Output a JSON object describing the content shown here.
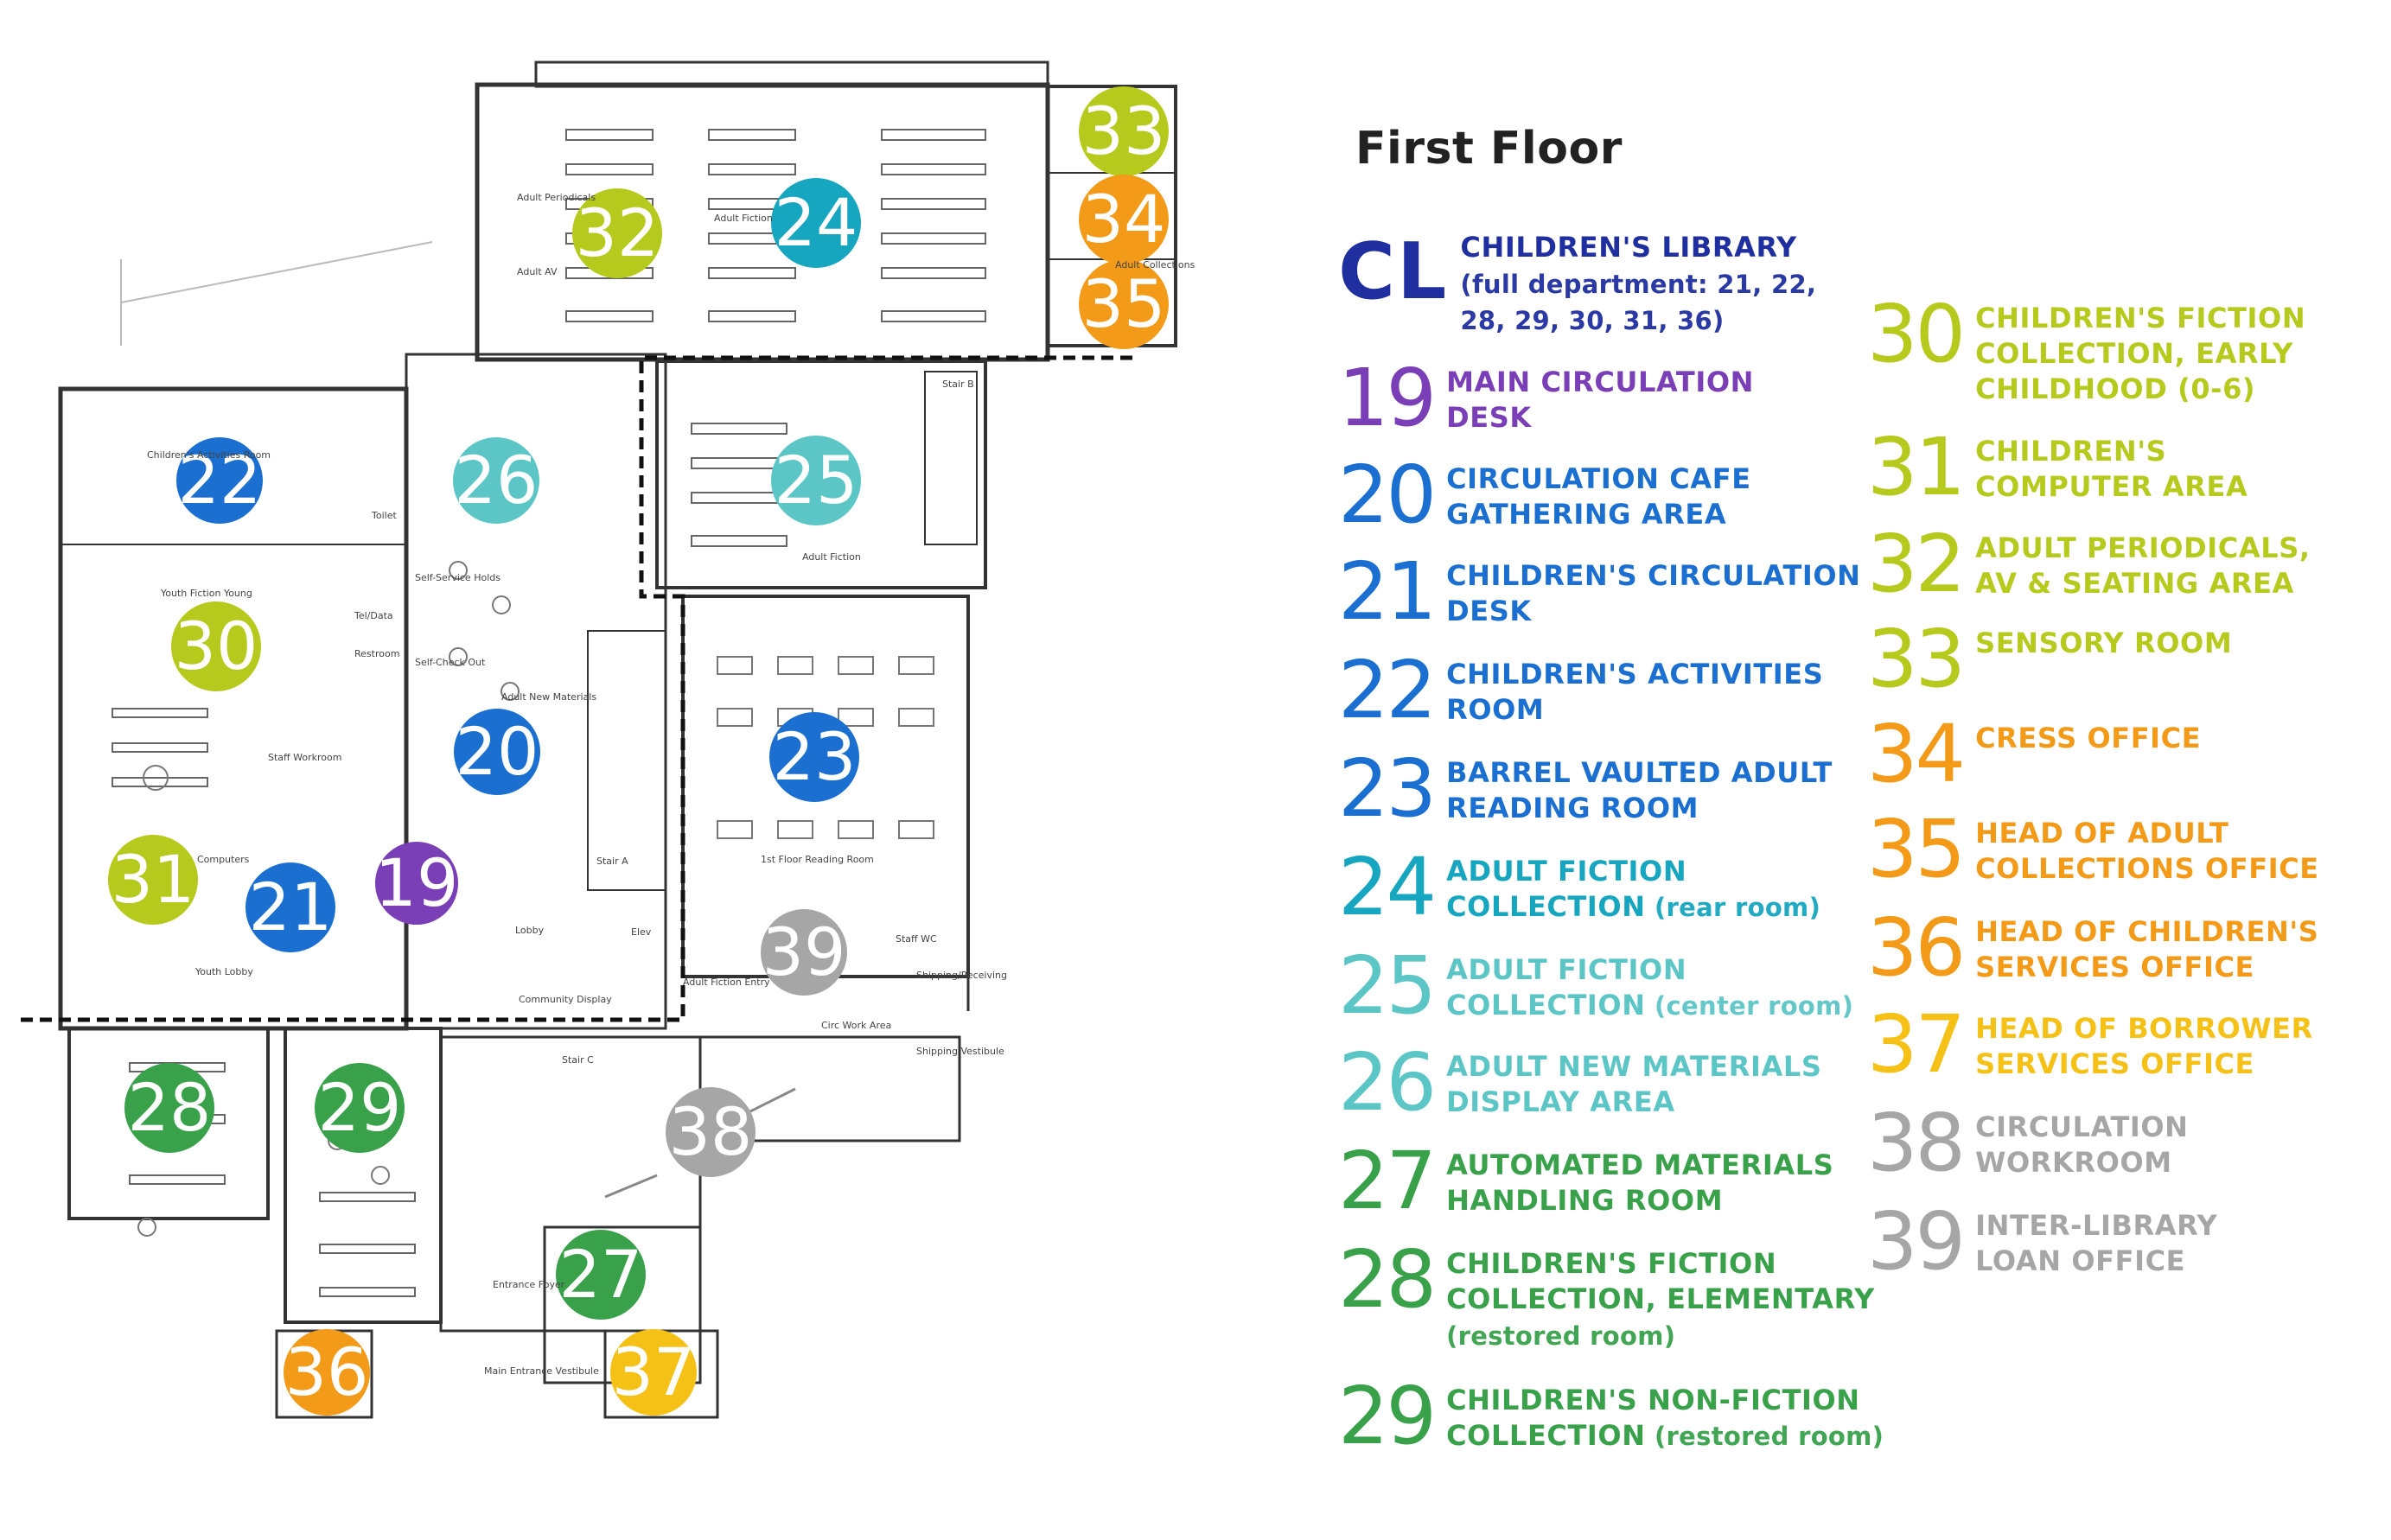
{
  "legend": {
    "title": "First Floor",
    "items": [
      {
        "num": "CL",
        "text": "CHILDREN'S LIBRARY",
        "sub": "(full department: 21, 22,\n28, 29, 30, 31, 36)",
        "color": "#1f2f9f"
      },
      {
        "num": "19",
        "text": "MAIN CIRCULATION\nDESK",
        "sub": "",
        "color": "#7a3fb7"
      },
      {
        "num": "20",
        "text": "CIRCULATION CAFE\nGATHERING AREA",
        "sub": "",
        "color": "#1b6fd0"
      },
      {
        "num": "21",
        "text": "CHILDREN'S CIRCULATION\nDESK",
        "sub": "",
        "color": "#1b6fd0"
      },
      {
        "num": "22",
        "text": "CHILDREN'S ACTIVITIES\nROOM",
        "sub": "",
        "color": "#1b6fd0"
      },
      {
        "num": "23",
        "text": "BARREL VAULTED ADULT\nREADING ROOM",
        "sub": "",
        "color": "#1b6fd0"
      },
      {
        "num": "24",
        "text": "ADULT FICTION\nCOLLECTION",
        "sub": "(rear room)",
        "color": "#17a6bf"
      },
      {
        "num": "25",
        "text": "ADULT FICTION\nCOLLECTION",
        "sub": "(center room)",
        "color": "#5cc6c7"
      },
      {
        "num": "26",
        "text": "ADULT NEW MATERIALS\nDISPLAY AREA",
        "sub": "",
        "color": "#5cc6c7"
      },
      {
        "num": "27",
        "text": "AUTOMATED MATERIALS\nHANDLING ROOM",
        "sub": "",
        "color": "#38a14a"
      },
      {
        "num": "28",
        "text": "CHILDREN'S FICTION\nCOLLECTION, ELEMENTARY",
        "sub": "(restored room)",
        "color": "#38a14a"
      },
      {
        "num": "29",
        "text": "CHILDREN'S NON-FICTION\nCOLLECTION",
        "sub": "(restored room)",
        "color": "#38a14a"
      },
      {
        "num": "30",
        "text": "CHILDREN'S FICTION\nCOLLECTION, EARLY\nCHILDHOOD (0-6)",
        "sub": "",
        "color": "#b5ca1d"
      },
      {
        "num": "31",
        "text": "CHILDREN'S\nCOMPUTER AREA",
        "sub": "",
        "color": "#b5ca1d"
      },
      {
        "num": "32",
        "text": "ADULT PERIODICALS,\nAV & SEATING AREA",
        "sub": "",
        "color": "#b5ca1d"
      },
      {
        "num": "33",
        "text": "SENSORY ROOM",
        "sub": "",
        "color": "#b5ca1d"
      },
      {
        "num": "34",
        "text": "CRESS OFFICE",
        "sub": "",
        "color": "#f39a18"
      },
      {
        "num": "35",
        "text": "HEAD OF ADULT\nCOLLECTIONS OFFICE",
        "sub": "",
        "color": "#f39a18"
      },
      {
        "num": "36",
        "text": "HEAD OF CHILDREN'S\nSERVICES OFFICE",
        "sub": "",
        "color": "#f39a18"
      },
      {
        "num": "37",
        "text": "HEAD OF BORROWER\nSERVICES OFFICE",
        "sub": "",
        "color": "#f5c117"
      },
      {
        "num": "38",
        "text": "CIRCULATION\nWORKROOM",
        "sub": "",
        "color": "#a6a6a6"
      },
      {
        "num": "39",
        "text": "INTER-LIBRARY\nLOAN OFFICE",
        "sub": "",
        "color": "#a6a6a6"
      }
    ]
  },
  "map": {
    "markers": [
      {
        "num": "19",
        "color": "#7a3fb7"
      },
      {
        "num": "20",
        "color": "#1b6fd0"
      },
      {
        "num": "21",
        "color": "#1b6fd0"
      },
      {
        "num": "22",
        "color": "#1b6fd0"
      },
      {
        "num": "23",
        "color": "#1b6fd0"
      },
      {
        "num": "24",
        "color": "#17a6bf"
      },
      {
        "num": "25",
        "color": "#5cc6c7"
      },
      {
        "num": "26",
        "color": "#5cc6c7"
      },
      {
        "num": "27",
        "color": "#38a14a"
      },
      {
        "num": "28",
        "color": "#38a14a"
      },
      {
        "num": "29",
        "color": "#38a14a"
      },
      {
        "num": "30",
        "color": "#b5ca1d"
      },
      {
        "num": "31",
        "color": "#b5ca1d"
      },
      {
        "num": "32",
        "color": "#b5ca1d"
      },
      {
        "num": "33",
        "color": "#b5ca1d"
      },
      {
        "num": "34",
        "color": "#f39a18"
      },
      {
        "num": "35",
        "color": "#f39a18"
      },
      {
        "num": "36",
        "color": "#f39a18"
      },
      {
        "num": "37",
        "color": "#f5c117"
      },
      {
        "num": "38",
        "color": "#a6a6a6"
      },
      {
        "num": "39",
        "color": "#a6a6a6"
      }
    ],
    "room_labels": [
      "Adult Periodicals",
      "Adult AV",
      "Adult Fiction",
      "Adult Fiction",
      "Children's Activities Room",
      "Youth Fiction Young",
      "Self-Service Holds",
      "Self-Check Out",
      "Adult New Materials",
      "Staff Workroom",
      "Computers",
      "Youth Lobby",
      "Toilet",
      "Tel/Data",
      "Restroom",
      "Lobby",
      "Elev",
      "Stair A",
      "Stair B",
      "Stair C",
      "1st Floor Reading Room",
      "Adult Fiction Entry",
      "Staff WC",
      "Shipping/Receiving",
      "Circ Work Area",
      "Shipping Vestibule",
      "Community Display",
      "Entrance Foyer",
      "Main Entrance Vestibule",
      "Adult Collections"
    ]
  }
}
